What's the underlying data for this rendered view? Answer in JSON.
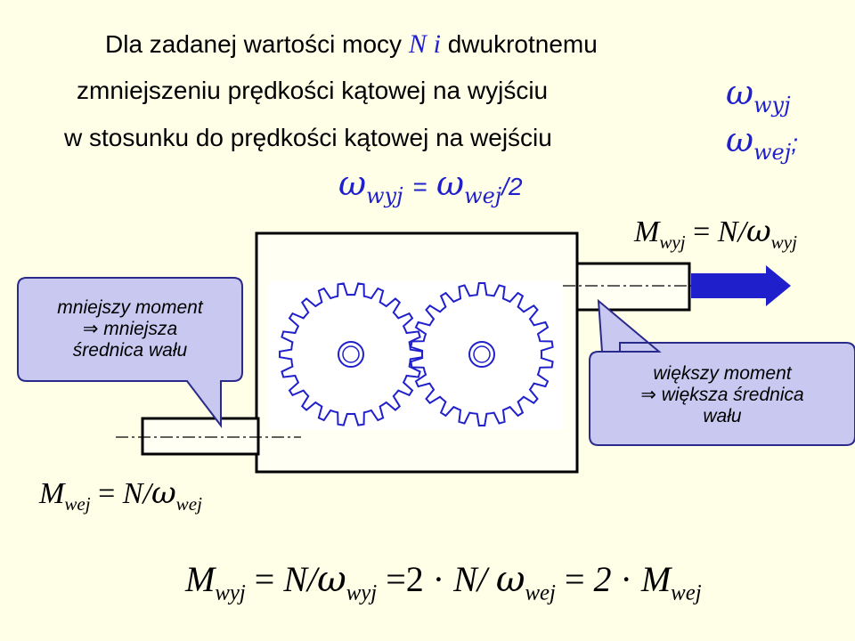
{
  "intro": {
    "line1_pre": "Dla zadanej wartości mocy",
    "line1_N": "N",
    "line1_i": "i",
    "line1_post": "dwukrotnemu",
    "line2": "zmniejszeniu prędkości kątowej na wyjściu",
    "line3": "w stosunku do prędkości kątowej na wejściu",
    "omega": "ω",
    "sub_wyj": "wyj",
    "sub_wej": "wej",
    "semicolon": ";",
    "eq_sign": "=",
    "div2": "/2"
  },
  "labels": {
    "M": "M",
    "N": "N",
    "omega": "ω",
    "sub_wyj": "wyj",
    "sub_wej": "wej",
    "eq": "=",
    "slash": "/"
  },
  "callout_left": {
    "line1": "mniejszy moment",
    "arrow": "⇒",
    "line2": "mniejsza",
    "line3": "średnica wału"
  },
  "callout_right": {
    "line1": "większy moment",
    "arrow": "⇒",
    "line2": "większa średnica",
    "line3": "wału"
  },
  "bottom_formula": {
    "M": "M",
    "sub_wyj": "wyj",
    "eq1": "=",
    "N": "N",
    "slash": "/",
    "omega": "ω",
    "sub_wyj2": "wyj",
    "eq2": "=2",
    "dot": "·",
    "N2": "N/",
    "omega2": "ω",
    "sub_wej": "wej",
    "eq3": "=",
    "two": "2",
    "dot2": "·",
    "M2": "M",
    "sub_wej2": "wej"
  },
  "colors": {
    "background": "#FFFFE8",
    "callout_fill": "#C8C8F0",
    "callout_stroke": "#2A2A8A",
    "gear": "#1F1FCC",
    "omega": "#1F1FCC",
    "arrow": "#1F1FCC"
  },
  "icons": {
    "output_arrow": "right-arrow-icon",
    "implication": "double-arrow-icon"
  }
}
